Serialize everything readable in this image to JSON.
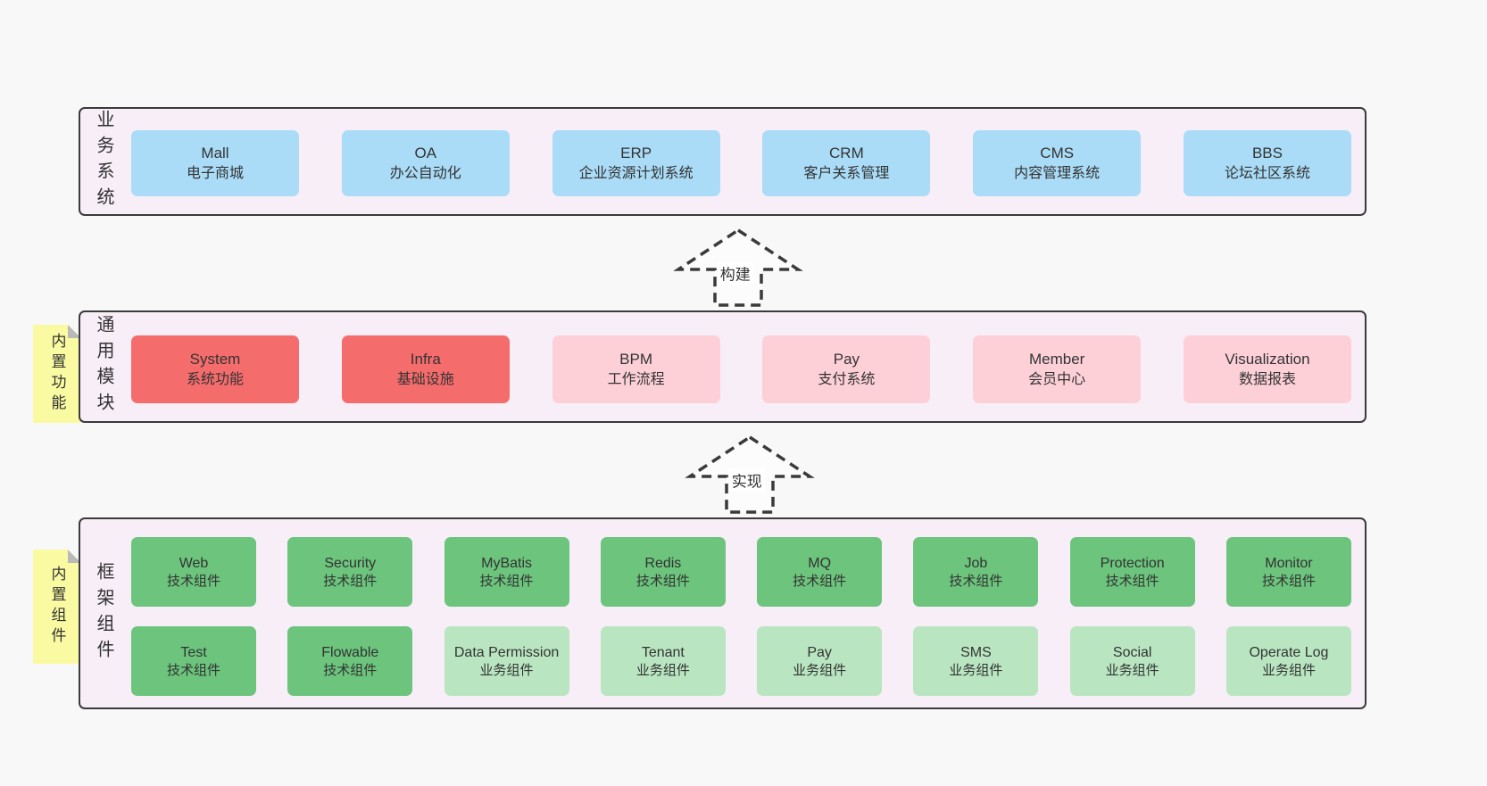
{
  "diagram": {
    "arrows": [
      {
        "label": "构建"
      },
      {
        "label": "实现"
      }
    ],
    "bands": [
      {
        "label": "业务系统",
        "note": "",
        "rows": [
          [
            {
              "en": "Mall",
              "zh": "电子商城",
              "variant": "blue"
            },
            {
              "en": "OA",
              "zh": "办公自动化",
              "variant": "blue"
            },
            {
              "en": "ERP",
              "zh": "企业资源计划系统",
              "variant": "blue"
            },
            {
              "en": "CRM",
              "zh": "客户关系管理",
              "variant": "blue"
            },
            {
              "en": "CMS",
              "zh": "内容管理系统",
              "variant": "blue"
            },
            {
              "en": "BBS",
              "zh": "论坛社区系统",
              "variant": "blue"
            }
          ]
        ]
      },
      {
        "label": "通用模块",
        "note": "内置功能",
        "rows": [
          [
            {
              "en": "System",
              "zh": "系统功能",
              "variant": "red"
            },
            {
              "en": "Infra",
              "zh": "基础设施",
              "variant": "red"
            },
            {
              "en": "BPM",
              "zh": "工作流程",
              "variant": "pink"
            },
            {
              "en": "Pay",
              "zh": "支付系统",
              "variant": "pink"
            },
            {
              "en": "Member",
              "zh": "会员中心",
              "variant": "pink"
            },
            {
              "en": "Visualization",
              "zh": "数据报表",
              "variant": "pink"
            }
          ]
        ]
      },
      {
        "label": "框架组件",
        "note": "内置组件",
        "rows": [
          [
            {
              "en": "Web",
              "zh": "技术组件",
              "variant": "green"
            },
            {
              "en": "Security",
              "zh": "技术组件",
              "variant": "green"
            },
            {
              "en": "MyBatis",
              "zh": "技术组件",
              "variant": "green"
            },
            {
              "en": "Redis",
              "zh": "技术组件",
              "variant": "green"
            },
            {
              "en": "MQ",
              "zh": "技术组件",
              "variant": "green"
            },
            {
              "en": "Job",
              "zh": "技术组件",
              "variant": "green"
            },
            {
              "en": "Protection",
              "zh": "技术组件",
              "variant": "green"
            },
            {
              "en": "Monitor",
              "zh": "技术组件",
              "variant": "green"
            }
          ],
          [
            {
              "en": "Test",
              "zh": "技术组件",
              "variant": "green"
            },
            {
              "en": "Flowable",
              "zh": "技术组件",
              "variant": "green"
            },
            {
              "en": "Data Permission",
              "zh": "业务组件",
              "variant": "lightgreen"
            },
            {
              "en": "Tenant",
              "zh": "业务组件",
              "variant": "lightgreen"
            },
            {
              "en": "Pay",
              "zh": "业务组件",
              "variant": "lightgreen"
            },
            {
              "en": "SMS",
              "zh": "业务组件",
              "variant": "lightgreen"
            },
            {
              "en": "Social",
              "zh": "业务组件",
              "variant": "lightgreen"
            },
            {
              "en": "Operate Log",
              "zh": "业务组件",
              "variant": "lightgreen"
            }
          ]
        ]
      }
    ],
    "colors": {
      "page_background": "#f8f8f8",
      "band_background": "#f7eef7",
      "band_border": "#3b3b3b",
      "blue_box": "#aadcf7",
      "red_box": "#f56c6c",
      "pink_box": "#fdd0d8",
      "green_box": "#6cc47d",
      "light_green_box": "#b9e6c1",
      "note_yellow": "#fafaa2",
      "note_fold_gray": "#b9b9b9",
      "text": "#333333"
    }
  }
}
